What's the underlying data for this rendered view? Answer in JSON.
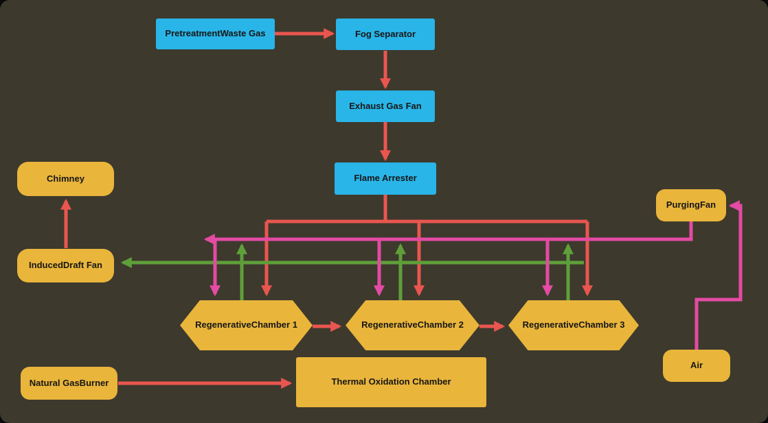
{
  "colors": {
    "background": "#3d392d",
    "node_blue": "#29b5e8",
    "node_yellow": "#e9b53b",
    "arrow_red": "#e9564f",
    "arrow_pink": "#e44ba4",
    "arrow_green": "#5f9f3a"
  },
  "nodes": {
    "pretreatment": {
      "label": "PretreatmentWaste Gas"
    },
    "fog_separator": {
      "label": "Fog Separator"
    },
    "exhaust_gas_fan": {
      "label": "Exhaust Gas Fan"
    },
    "flame_arrester": {
      "label": "Flame Arrester"
    },
    "chimney": {
      "label": "Chimney"
    },
    "induced_draft_fan": {
      "label": "InducedDraft Fan"
    },
    "purging_fan": {
      "label": "PurgingFan"
    },
    "air": {
      "label": "Air"
    },
    "natural_gas_burner": {
      "label": "Natural GasBurner"
    },
    "thermal_oxidation_chamber": {
      "label": "Thermal Oxidation Chamber"
    },
    "regenerative_chamber_1": {
      "label": "RegenerativeChamber 1"
    },
    "regenerative_chamber_2": {
      "label": "RegenerativeChamber 2"
    },
    "regenerative_chamber_3": {
      "label": "RegenerativeChamber 3"
    }
  },
  "edges": [
    {
      "from": "PretreatmentWaste Gas",
      "to": "Fog Separator",
      "color": "red"
    },
    {
      "from": "Fog Separator",
      "to": "Exhaust Gas Fan",
      "color": "red"
    },
    {
      "from": "Exhaust Gas Fan",
      "to": "Flame Arrester",
      "color": "red"
    },
    {
      "from": "Flame Arrester",
      "to": "RegenerativeChamber 1",
      "color": "red"
    },
    {
      "from": "Flame Arrester",
      "to": "RegenerativeChamber 2",
      "color": "red"
    },
    {
      "from": "Flame Arrester",
      "to": "RegenerativeChamber 3",
      "color": "red"
    },
    {
      "from": "InducedDraft Fan",
      "to": "Chimney",
      "color": "red"
    },
    {
      "from": "RegenerativeChamber 1",
      "to": "RegenerativeChamber 2",
      "color": "red"
    },
    {
      "from": "RegenerativeChamber 2",
      "to": "RegenerativeChamber 3",
      "color": "red"
    },
    {
      "from": "Natural GasBurner",
      "to": "Thermal Oxidation Chamber",
      "color": "red"
    },
    {
      "from": "PurgingFan",
      "to": "RegenerativeChamber 1",
      "color": "pink"
    },
    {
      "from": "PurgingFan",
      "to": "RegenerativeChamber 2",
      "color": "pink"
    },
    {
      "from": "PurgingFan",
      "to": "RegenerativeChamber 3",
      "color": "pink"
    },
    {
      "from": "Air",
      "to": "PurgingFan",
      "color": "pink"
    },
    {
      "from": "RegenerativeChamber 1",
      "to": "InducedDraft Fan",
      "color": "green"
    },
    {
      "from": "RegenerativeChamber 2",
      "to": "InducedDraft Fan",
      "color": "green"
    },
    {
      "from": "RegenerativeChamber 3",
      "to": "InducedDraft Fan",
      "color": "green"
    }
  ]
}
